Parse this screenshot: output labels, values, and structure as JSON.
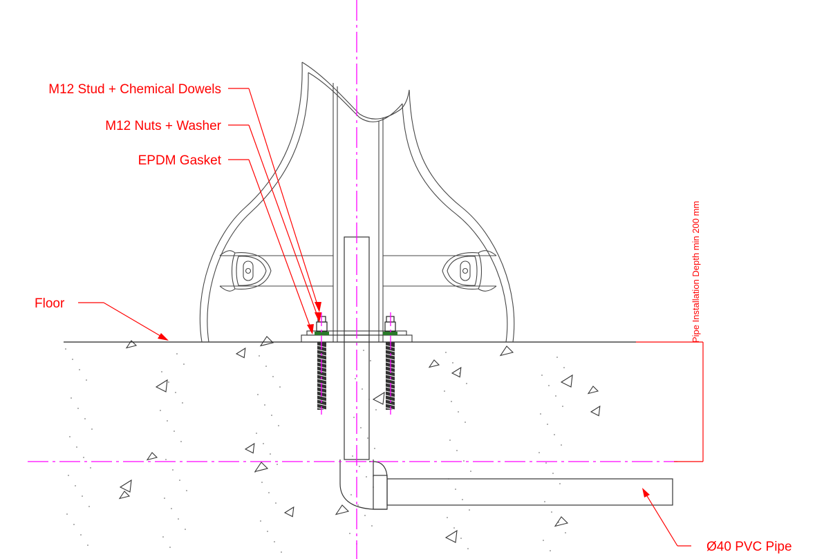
{
  "labels": {
    "stud": "M12 Stud + Chemical Dowels",
    "nuts": "M12 Nuts + Washer",
    "gasket": "EPDM Gasket",
    "floor": "Floor",
    "pipe": "Ø40 PVC Pipe"
  },
  "dimension": {
    "text": "Pipe Installation Depth min 200  mm"
  },
  "colors": {
    "annotation": "#ff0000",
    "centerline": "#ff00ff",
    "outline": "#333333"
  }
}
